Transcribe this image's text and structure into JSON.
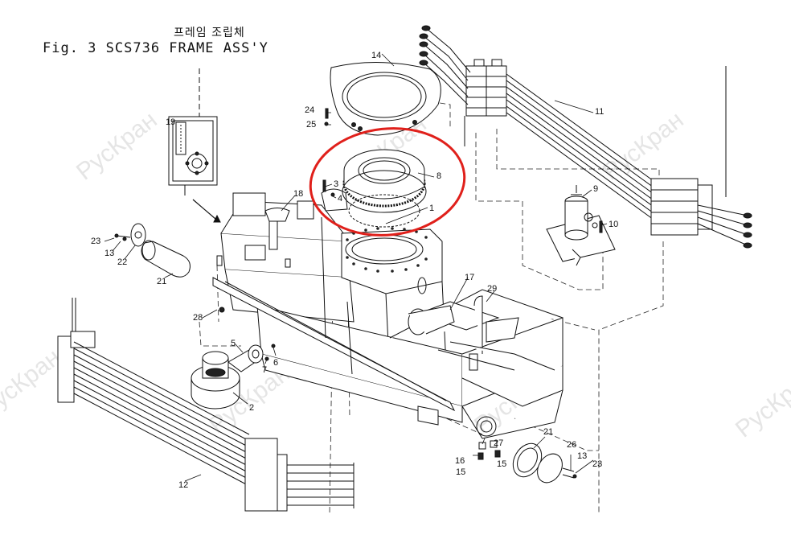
{
  "title": {
    "korean": "프레임 조립체",
    "english": "Fig. 3   SCS736 FRAME ASS'Y"
  },
  "watermark": "РусКран",
  "highlight_color": "#e0201b",
  "callouts": [
    {
      "id": "c1",
      "text": "1"
    },
    {
      "id": "c2",
      "text": "2"
    },
    {
      "id": "c3",
      "text": "3"
    },
    {
      "id": "c4",
      "text": "4"
    },
    {
      "id": "c5",
      "text": "5"
    },
    {
      "id": "c6",
      "text": "6"
    },
    {
      "id": "c7",
      "text": "7"
    },
    {
      "id": "c8",
      "text": "8"
    },
    {
      "id": "c9",
      "text": "9"
    },
    {
      "id": "c10",
      "text": "10"
    },
    {
      "id": "c11",
      "text": "11"
    },
    {
      "id": "c12",
      "text": "12"
    },
    {
      "id": "c13a",
      "text": "13"
    },
    {
      "id": "c13b",
      "text": "13"
    },
    {
      "id": "c14",
      "text": "14"
    },
    {
      "id": "c15a",
      "text": "15"
    },
    {
      "id": "c15b",
      "text": "15"
    },
    {
      "id": "c16",
      "text": "16"
    },
    {
      "id": "c17",
      "text": "17"
    },
    {
      "id": "c18",
      "text": "18"
    },
    {
      "id": "c19",
      "text": "19"
    },
    {
      "id": "c21a",
      "text": "21"
    },
    {
      "id": "c21b",
      "text": "21"
    },
    {
      "id": "c22",
      "text": "22"
    },
    {
      "id": "c23a",
      "text": "23"
    },
    {
      "id": "c23b",
      "text": "23"
    },
    {
      "id": "c24",
      "text": "24"
    },
    {
      "id": "c25",
      "text": "25"
    },
    {
      "id": "c26",
      "text": "26"
    },
    {
      "id": "c27",
      "text": "27"
    },
    {
      "id": "c28",
      "text": "28"
    },
    {
      "id": "c29",
      "text": "29"
    }
  ]
}
